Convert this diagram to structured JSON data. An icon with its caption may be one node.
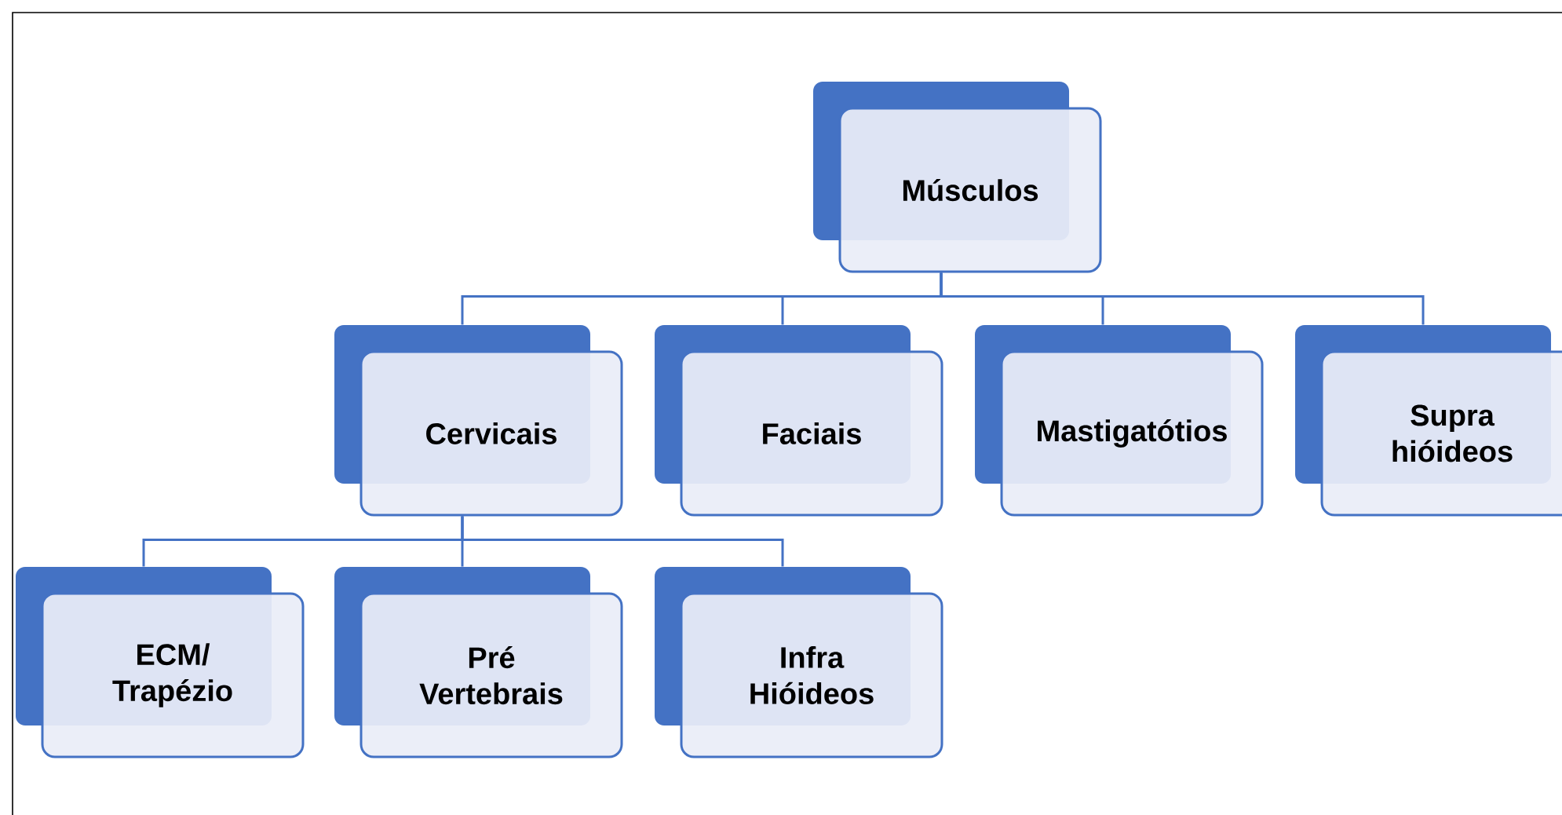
{
  "diagram": {
    "nodes": [
      {
        "text": [
          "Músculos"
        ]
      },
      {
        "text": [
          "Cervicais"
        ]
      },
      {
        "text": [
          "Faciais"
        ]
      },
      {
        "text": [
          "Mastigatótios"
        ]
      },
      {
        "text": [
          "Supra hióideos"
        ]
      },
      {
        "text": [
          "ECM/ Trapézio"
        ]
      },
      {
        "text": [
          "Pré Vertebrais"
        ]
      },
      {
        "text": [
          "Infra Hióideos"
        ]
      }
    ],
    "edges": [
      {
        "from": 0,
        "to": 1,
        "arrow": "none"
      },
      {
        "from": 0,
        "to": 2,
        "arrow": "none"
      },
      {
        "from": 0,
        "to": 3,
        "arrow": "none"
      },
      {
        "from": 0,
        "to": 4,
        "arrow": "none"
      },
      {
        "from": 1,
        "to": 5,
        "arrow": "none"
      },
      {
        "from": 1,
        "to": 6,
        "arrow": "none"
      },
      {
        "from": 1,
        "to": 7,
        "arrow": "none"
      }
    ]
  }
}
